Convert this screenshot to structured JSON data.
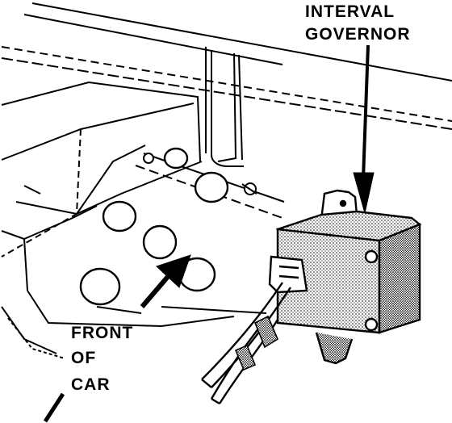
{
  "labels": {
    "interval": "INTERVAL",
    "governor": "GOVERNOR",
    "front": "FRONT",
    "of": "OF",
    "car": "CAR"
  },
  "colors": {
    "ink": "#000000",
    "paper": "#ffffff"
  }
}
